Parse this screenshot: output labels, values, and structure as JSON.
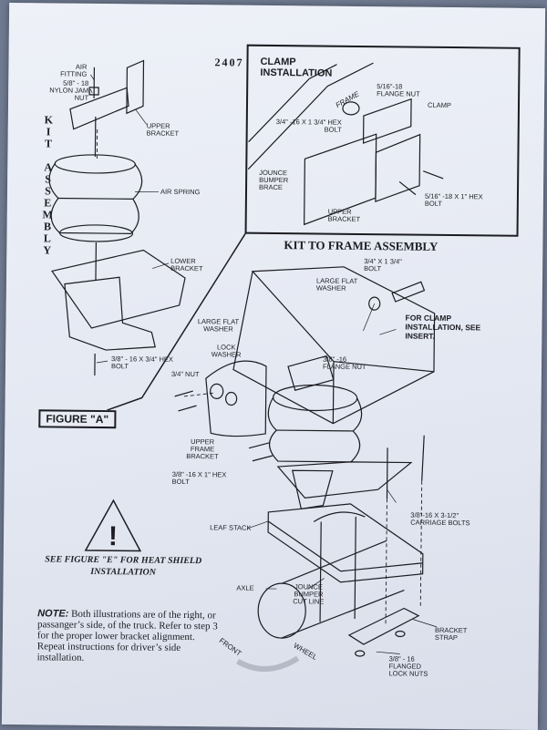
{
  "header": {
    "doc_number": "2407",
    "kit_assembly_letters": [
      "K",
      "I",
      "T",
      "",
      "A",
      "S",
      "S",
      "E",
      "M",
      "B",
      "L",
      "Y"
    ]
  },
  "kit_labels": {
    "air_fitting": "AIR FITTING",
    "nylon_jam_nut": "5/8\" - 18 NYLON JAM NUT",
    "upper_bracket": "UPPER BRACKET",
    "air_spring": "AIR SPRING",
    "lower_bracket": "LOWER BRACKET",
    "hex_bolt": "3/8\" - 16 x 3/4\" HEX BOLT"
  },
  "figure_a": "FIGURE \"A\"",
  "clamp_insert": {
    "title": "CLAMP INSTALLATION",
    "frame": "FRAME",
    "flange_nut": "5/16\"-18 FLANGE NUT",
    "clamp": "CLAMP",
    "hex_bolt_34": "3/4\" -16 x 1 3/4\" HEX BOLT",
    "jounce_bumper_brace": "JOUNCE BUMPER BRACE",
    "hex_bolt_516": "5/16\" -18 x 1\" HEX BOLT",
    "upper_bracket": "UPPER BRACKET"
  },
  "frame_assembly": {
    "title": "KIT TO FRAME ASSEMBLY",
    "bolt": "3/4\" x 1 3/4\" BOLT",
    "large_flat_washer_top": "LARGE FLAT WASHER",
    "clamp_note": "FOR CLAMP INSTALLATION, SEE INSERT.",
    "large_flat_washer": "LARGE FLAT WASHER",
    "lock_washer": "LOCK WASHER",
    "nut_34": "3/4\" NUT",
    "flange_nut": "3/8\" -16 FLANGE NUT",
    "upper_frame_bracket": "UPPER FRAME BRACKET",
    "hex_bolt": "3/8\" -16 x 1\" HEX BOLT",
    "carriage_bolts": "3/8\"-16 X 3-1/2\" CARRIAGE BOLTS",
    "leaf_stack": "LEAF STACK",
    "axle": "AXLE",
    "jounce_bumper_cut_line": "JOUNCE BUMPER CUT LINE",
    "bracket_strap": "BRACKET STRAP",
    "flanged_lock_nuts": "3/8\" - 16 FLANGED LOCK NUTS",
    "front": "FRONT",
    "wheel": "WHEEL"
  },
  "warning": {
    "text": "SEE FIGURE \"E\" FOR HEAT SHIELD INSTALLATION"
  },
  "note": {
    "label": "NOTE:",
    "text": "Both illustrations are of the right, or passanger’s side, of the truck. Refer to step 3 for the proper lower bracket alignment. Repeat instructions for driver’s side installation."
  }
}
